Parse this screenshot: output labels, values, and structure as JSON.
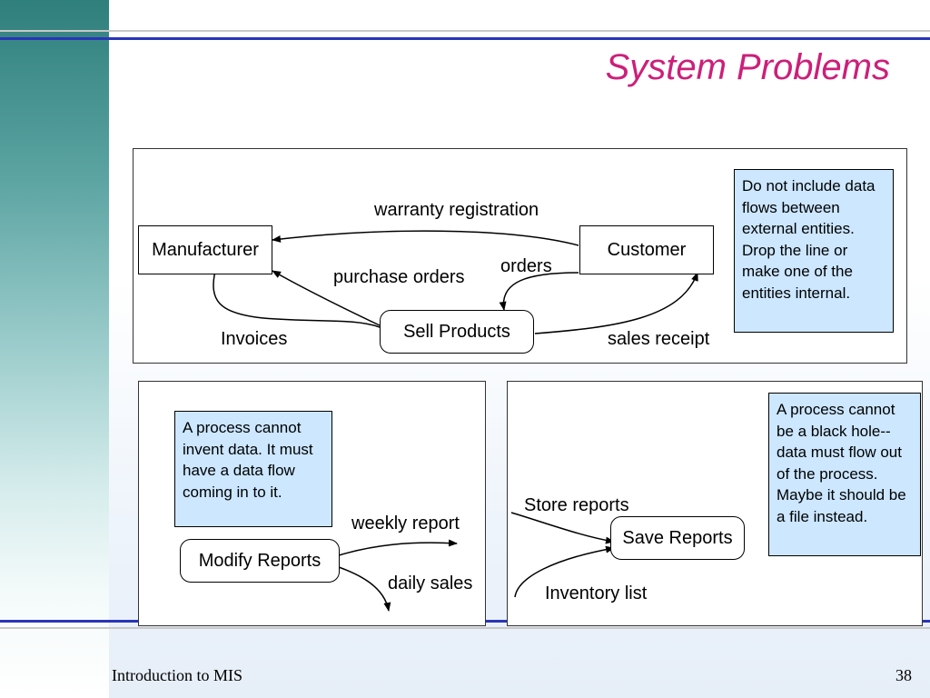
{
  "slide": {
    "title": "System Problems",
    "footer_title": "Introduction to MIS",
    "page_number": "38"
  },
  "colors": {
    "title": "#cc1f7a",
    "note_fill": "#cce7ff",
    "rule": "#2a35b8",
    "sidebar": "#2f7f7d"
  },
  "panel_top": {
    "entities": [
      "Manufacturer",
      "Customer"
    ],
    "process": "Sell Products",
    "flows": [
      "warranty registration",
      "purchase orders",
      "orders",
      "Invoices",
      "sales receipt"
    ],
    "note": "Do not include data flows between external entities.  Drop the line or make one of the entities internal."
  },
  "panel_left": {
    "process": "Modify Reports",
    "flows": [
      "weekly report",
      "daily sales"
    ],
    "note": "A process cannot invent data.  It must have a data flow coming in to it."
  },
  "panel_right": {
    "process": "Save Reports",
    "flows": [
      "Store reports",
      "Inventory list"
    ],
    "note": "A process cannot be a black hole--data must flow out of the process.  Maybe it should be a file instead."
  }
}
